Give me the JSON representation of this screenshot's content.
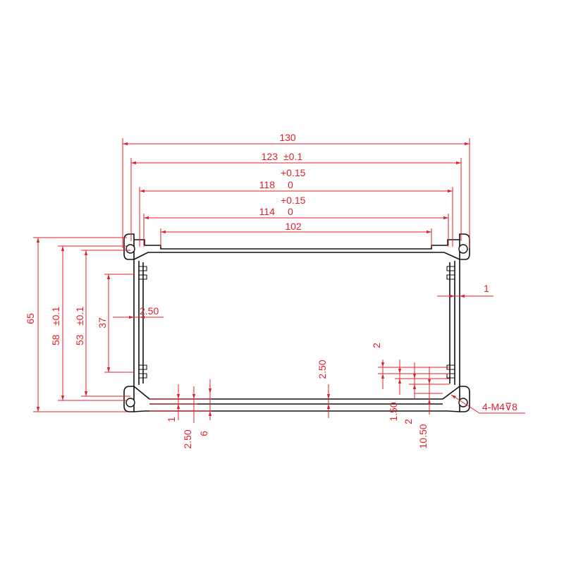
{
  "drawing": {
    "colors": {
      "dimension": "#e0202a",
      "outline": "#111111"
    },
    "dims": {
      "overall_width": "130",
      "width_123": "123",
      "tol_123": "±0.1",
      "tol_118": "+0.15",
      "width_118": "118",
      "zero_118": "0",
      "tol_114": "+0.15",
      "width_114": "114",
      "zero_114": "0",
      "width_102": "102",
      "overall_height": "65",
      "height_58": "58",
      "tol_58": "±0.1",
      "height_53": "53",
      "tol_53": "±0.1",
      "height_37": "37",
      "groove_2_50": "2.50",
      "wall_1_right": "1",
      "wall_1_bottom": "1",
      "bottom_2_50": "2.50",
      "bottom_6": "6",
      "center_2_50": "2.50",
      "right_2": "2",
      "right_1_50": "1.50",
      "right_2b": "2",
      "right_10_50": "10.50",
      "screw_callout": "4-M4⊽8"
    }
  }
}
